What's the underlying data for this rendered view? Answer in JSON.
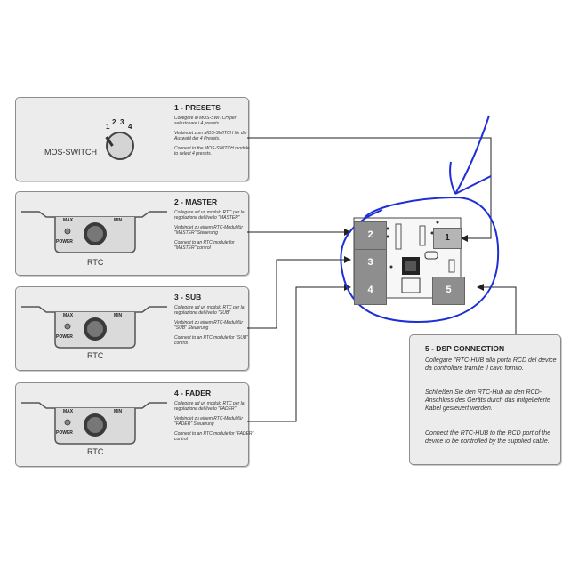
{
  "presets": {
    "title": "1 - PRESETS",
    "it": "Collegare al MOS-SWITCH per selezionare i 4 presets.",
    "de": "Verbindet zum MOS-SWITCH für die Auswahl der 4 Presets.",
    "en": "Connect to the MOS-SWITCH module to select 4 presets.",
    "device_label": "MOS-SWITCH",
    "knob_numbers": [
      "1",
      "2",
      "3",
      "4"
    ]
  },
  "master": {
    "title": "2 - MASTER",
    "it": "Collegare ad un modulo RTC per la regolazione del livello \"MASTER\"",
    "de": "Verbindet zu einem RTC-Modul für \"MASTER\" Steuerung",
    "en": "Connect to an RTC module for \"MASTER\" control",
    "device_label": "RTC"
  },
  "sub": {
    "title": "3 - SUB",
    "it": "Collegare ad un modulo RTC per la regolazione del livello \"SUB\"",
    "de": "Verbindet zu einem RTC-Modul für \"SUB\" Steuerung",
    "en": "Connect to an RTC module for \"SUB\" control",
    "device_label": "RTC"
  },
  "fader": {
    "title": "4 - FADER",
    "it": "Collegare ad un modulo RTC per la regolazione del livello \"FADER\"",
    "de": "Verbindet zu einem RTC-Modul für \"FADER\" Steuerung",
    "en": "Connect to an RTC module for \"FADER\" control",
    "device_label": "RTC"
  },
  "rtc_labels": {
    "max": "MAX",
    "min": "MIN",
    "power": "POWER"
  },
  "dsp": {
    "title": "5 - DSP CONNECTION",
    "it": "Collegare l'RTC-HUB alla porta RCD del device da controllare tramite il cavo fornito.",
    "de": "Schließen Sie den RTC-Hub an den RCD-Anschluss des Geräts durch das mitgelieferte Kabel gesteuert werden.",
    "en": "Connect the RTC-HUB to the RCD port of the device to be controlled by the supplied cable."
  },
  "hub": {
    "port1": "1",
    "port2": "2",
    "port3": "3",
    "port4": "4",
    "port5": "5"
  },
  "colors": {
    "panel": "#ececec",
    "border": "#8c8c8c",
    "port": "#8e8e8e",
    "annotation": "#1f2fd6"
  }
}
